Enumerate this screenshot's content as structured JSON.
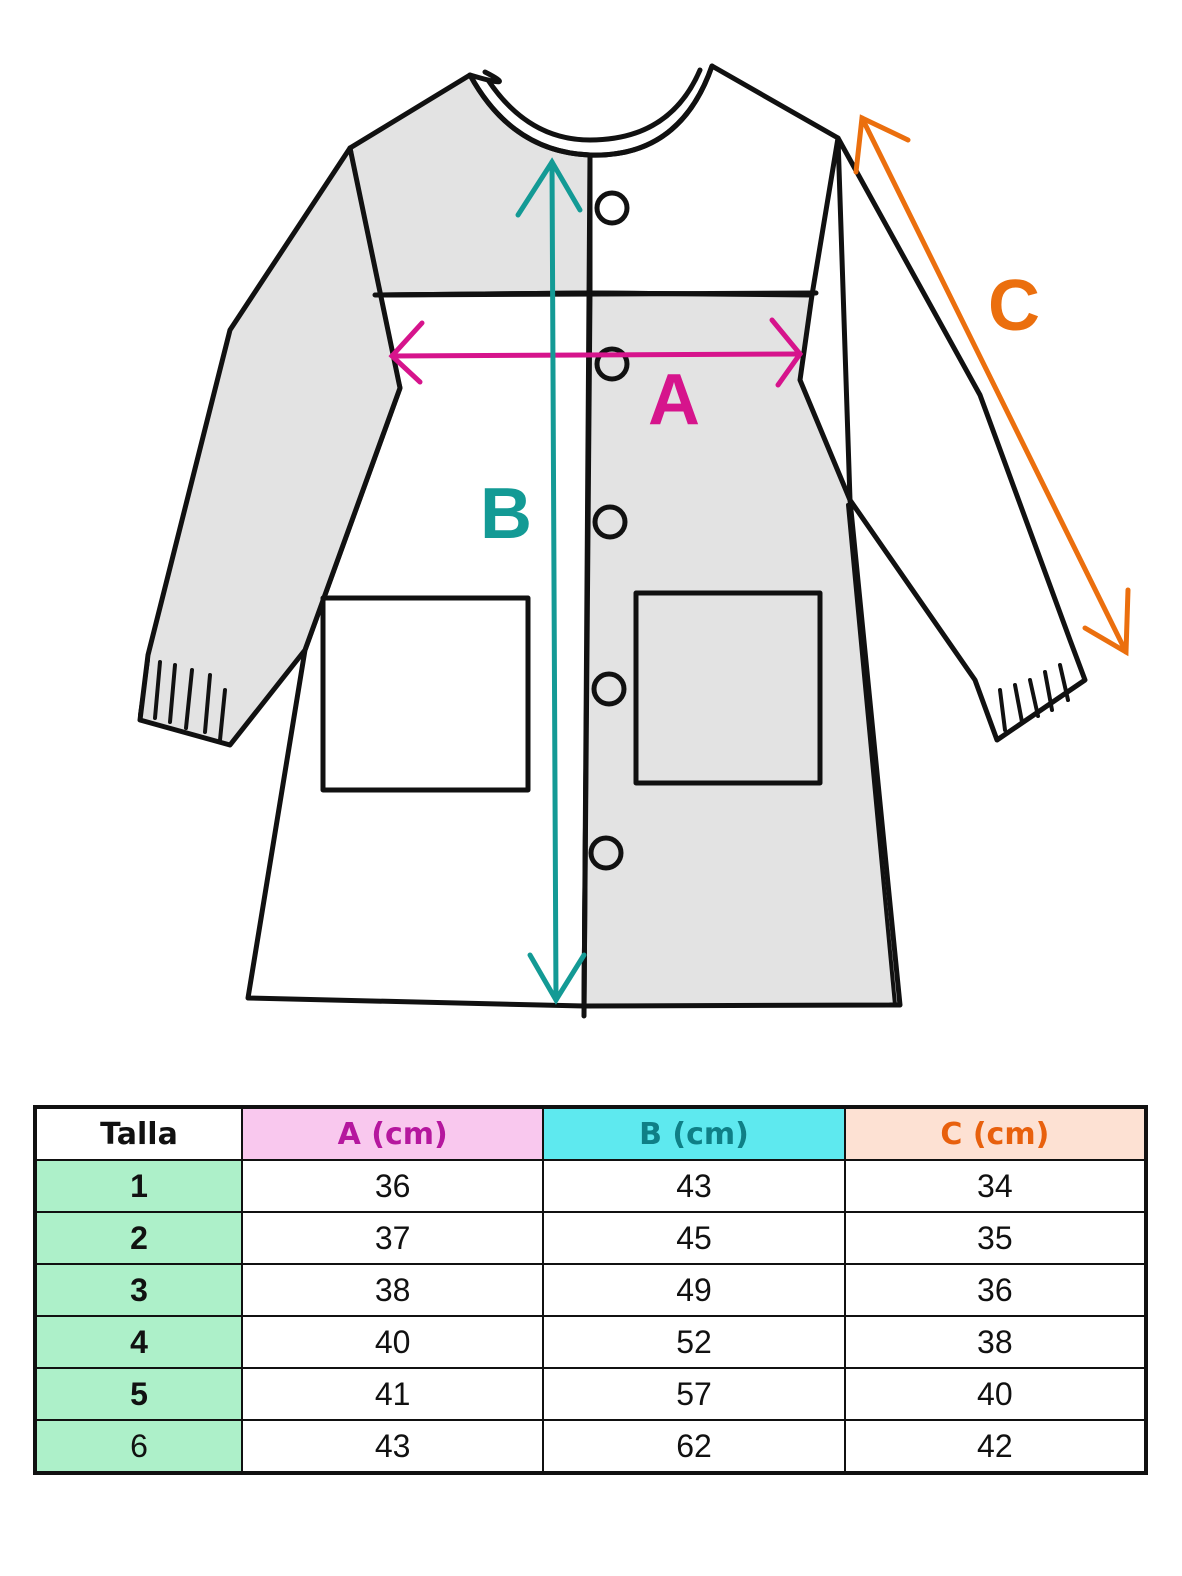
{
  "diagram": {
    "labels": {
      "a": "A",
      "b": "B",
      "c": "C"
    },
    "colors": {
      "a": "#d6148c",
      "b": "#139a95",
      "c": "#eb6f0e",
      "outline": "#111111",
      "fill": "#e3e3e3"
    }
  },
  "table": {
    "headers": [
      "Talla",
      "A (cm)",
      "B (cm)",
      "C (cm)"
    ],
    "header_colors": [
      "#ffffff",
      "#f9c8ee",
      "#5ee9ef",
      "#fde1d3"
    ],
    "talla_color": "#adf0c9",
    "rows": [
      [
        "1",
        "36",
        "43",
        "34"
      ],
      [
        "2",
        "37",
        "45",
        "35"
      ],
      [
        "3",
        "38",
        "49",
        "36"
      ],
      [
        "4",
        "40",
        "52",
        "38"
      ],
      [
        "5",
        "41",
        "57",
        "40"
      ],
      [
        "6",
        "43",
        "62",
        "42"
      ]
    ]
  }
}
